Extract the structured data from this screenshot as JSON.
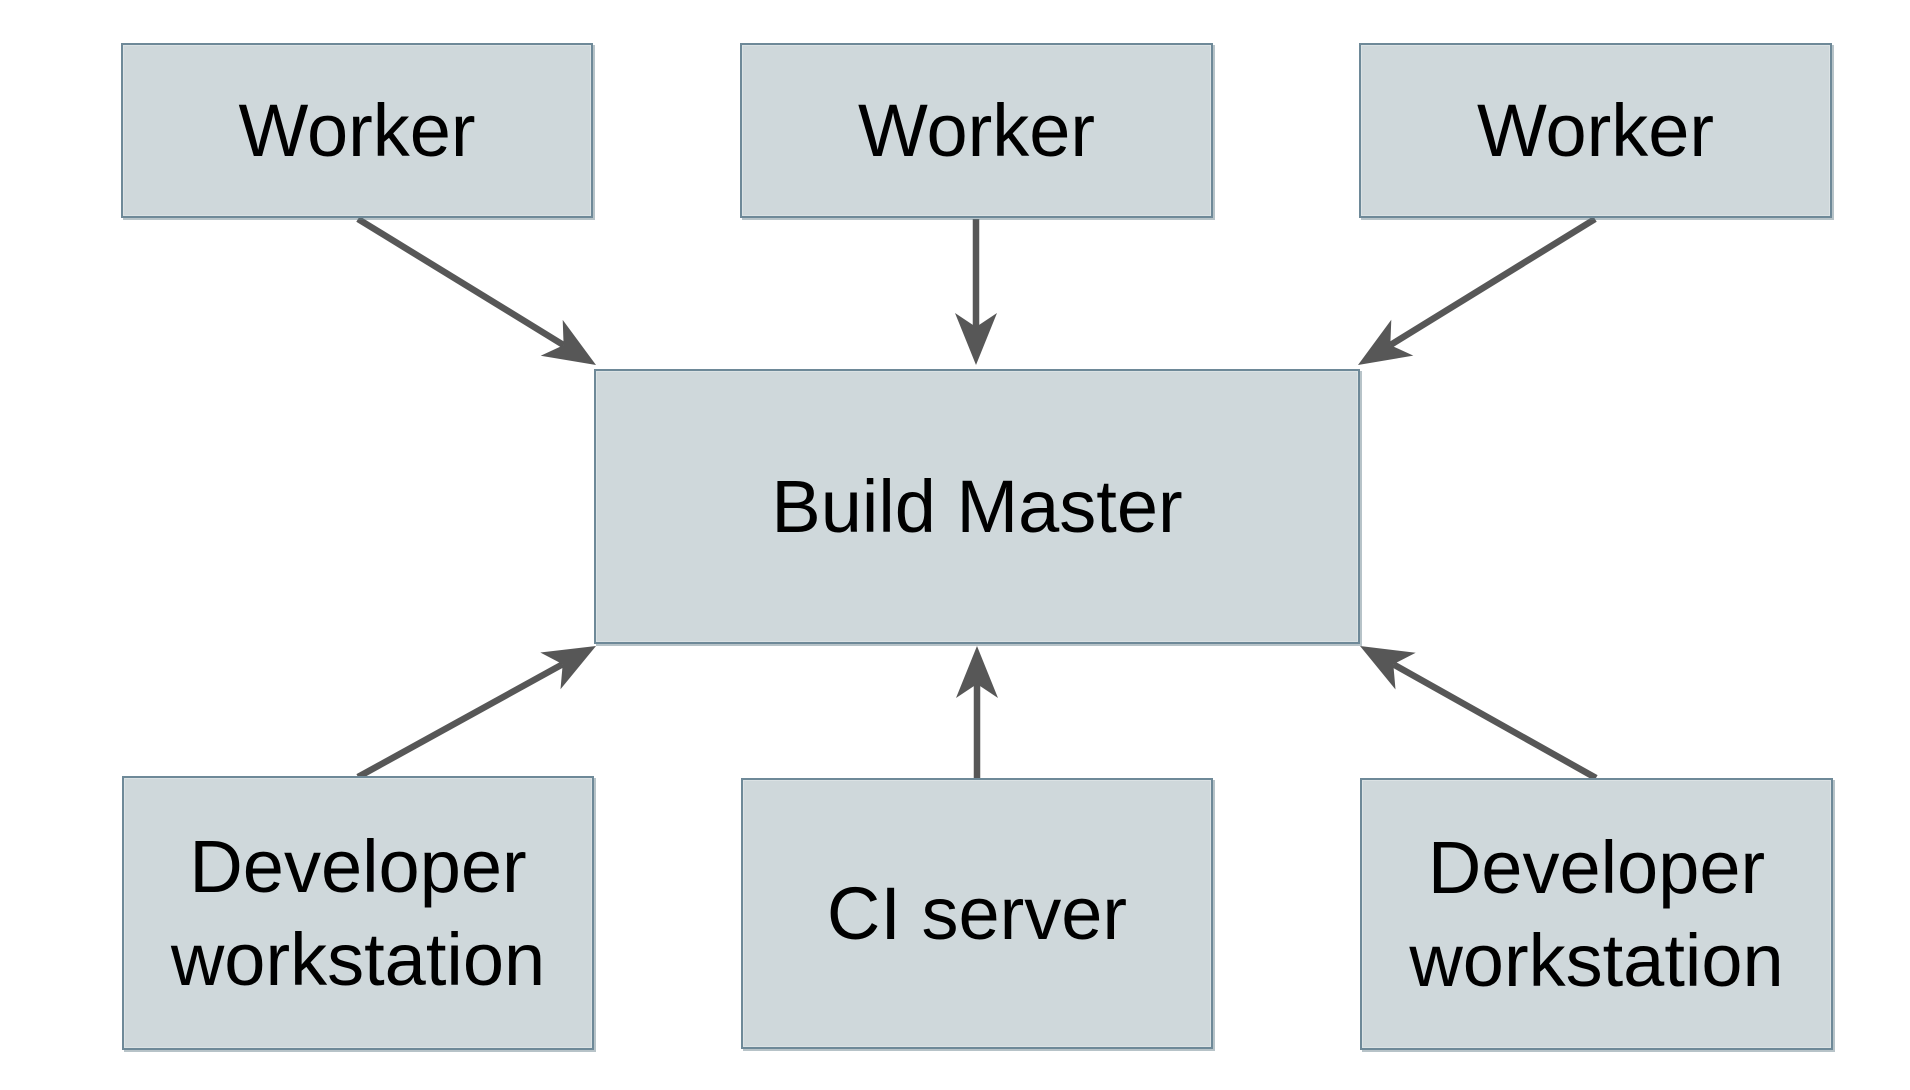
{
  "diagram": {
    "type": "architecture-diagram",
    "background_color": "#ffffff",
    "node_fill_color": "#cfd8db",
    "node_border_color": "#6e8998",
    "arrow_color": "#575757",
    "text_color": "#000000",
    "nodes": [
      {
        "id": "worker-1",
        "label": "Worker"
      },
      {
        "id": "worker-2",
        "label": "Worker"
      },
      {
        "id": "worker-3",
        "label": "Worker"
      },
      {
        "id": "build-master",
        "label": "Build Master"
      },
      {
        "id": "dev-workstation-1",
        "label": "Developer workstation"
      },
      {
        "id": "ci-server",
        "label": "CI server"
      },
      {
        "id": "dev-workstation-2",
        "label": "Developer workstation"
      }
    ],
    "edges": [
      {
        "from": "worker-1",
        "to": "build-master"
      },
      {
        "from": "worker-2",
        "to": "build-master"
      },
      {
        "from": "worker-3",
        "to": "build-master"
      },
      {
        "from": "dev-workstation-1",
        "to": "build-master"
      },
      {
        "from": "ci-server",
        "to": "build-master"
      },
      {
        "from": "dev-workstation-2",
        "to": "build-master"
      }
    ]
  }
}
